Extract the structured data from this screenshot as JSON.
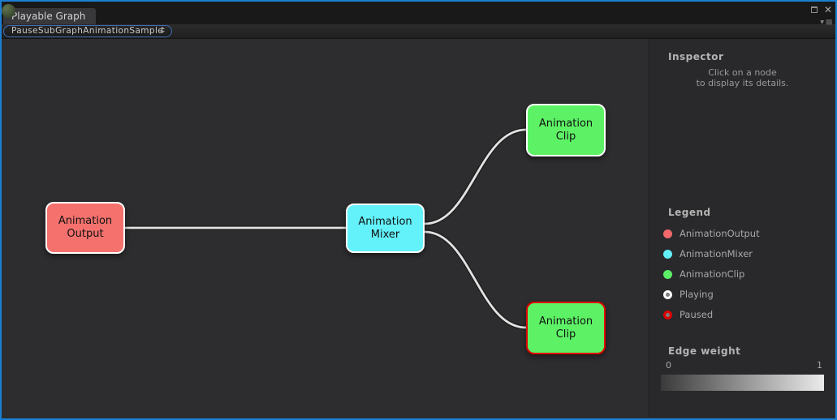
{
  "window": {
    "tab_title": "Playable Graph",
    "controls": {
      "close_icon": "✕"
    }
  },
  "toolbar": {
    "graph_selector_value": "PauseSubGraphAnimationSample"
  },
  "graph": {
    "background_color": "#2d2d2f",
    "edge_color": "#e2e2e2",
    "nodes": [
      {
        "type": "AnimationOutput",
        "line1": "Animation",
        "line2": "Output",
        "fill": "#f4716d",
        "border": "#ffffff",
        "state": "playing"
      },
      {
        "type": "AnimationMixer",
        "line1": "Animation",
        "line2": "Mixer",
        "fill": "#63f1fa",
        "border": "#ffffff",
        "state": "playing"
      },
      {
        "type": "AnimationClip",
        "line1": "Animation",
        "line2": "Clip",
        "fill": "#5df266",
        "border": "#ffffff",
        "state": "playing"
      },
      {
        "type": "AnimationClip",
        "line1": "Animation",
        "line2": "Clip",
        "fill": "#5df266",
        "border": "#e00000",
        "state": "paused"
      }
    ],
    "edges": [
      {
        "from": "AnimationOutput",
        "to": "AnimationMixer"
      },
      {
        "from": "AnimationMixer",
        "to": "AnimationClip-top"
      },
      {
        "from": "AnimationMixer",
        "to": "AnimationClip-bottom"
      }
    ]
  },
  "inspector": {
    "title": "Inspector",
    "hint_line1": "Click on a node",
    "hint_line2": "to display its details."
  },
  "legend": {
    "title": "Legend",
    "items": [
      {
        "label": "AnimationOutput",
        "fill": "#f2696b",
        "ring": "#f2696b"
      },
      {
        "label": "AnimationMixer",
        "fill": "#62eff8",
        "ring": "#62eff8"
      },
      {
        "label": "AnimationClip",
        "fill": "#5bee66",
        "ring": "#5bee66"
      },
      {
        "label": "Playing",
        "fill": "#7d7d7d",
        "ring": "#ffffff"
      },
      {
        "label": "Paused",
        "fill": "#7d7d7d",
        "ring": "#e00000"
      }
    ]
  },
  "edge_weight": {
    "title": "Edge weight",
    "min_label": "0",
    "max_label": "1",
    "gradient_from": "#3a3a3a",
    "gradient_to": "#ebebeb"
  }
}
